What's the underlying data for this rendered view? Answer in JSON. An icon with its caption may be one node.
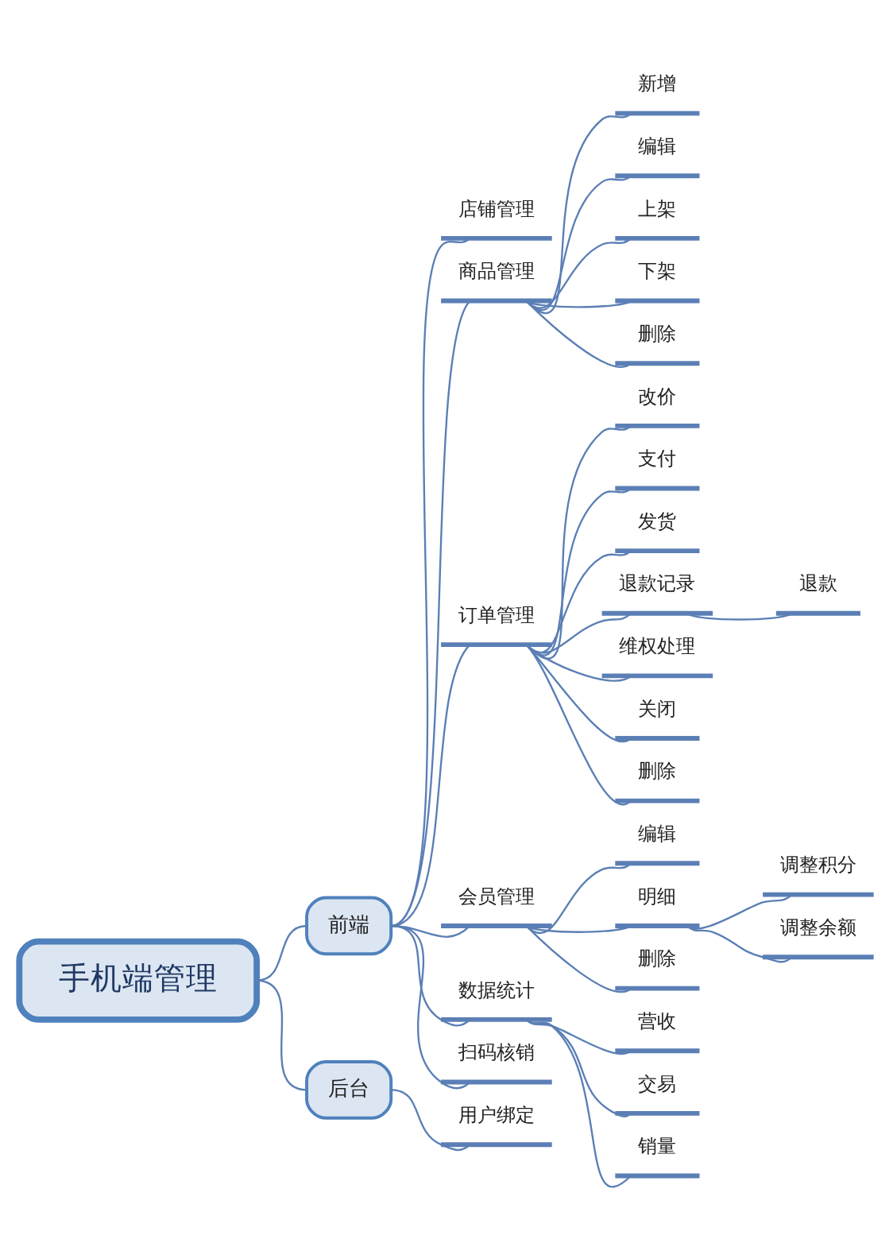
{
  "diagram": {
    "nodes": [
      {
        "text": [
          "手机端管理"
        ]
      },
      {
        "text": [
          "前端"
        ]
      },
      {
        "text": [
          "店铺管理"
        ]
      },
      {
        "text": [
          "商品管理"
        ]
      },
      {
        "text": [
          "新增"
        ]
      },
      {
        "text": [
          "编辑"
        ]
      },
      {
        "text": [
          "上架"
        ]
      },
      {
        "text": [
          "下架"
        ]
      },
      {
        "text": [
          "删除"
        ]
      },
      {
        "text": [
          "订单管理"
        ]
      },
      {
        "text": [
          "改价"
        ]
      },
      {
        "text": [
          "支付"
        ]
      },
      {
        "text": [
          "发货"
        ]
      },
      {
        "text": [
          "退款记录"
        ]
      },
      {
        "text": [
          "退款"
        ]
      },
      {
        "text": [
          "维权处理"
        ]
      },
      {
        "text": [
          "关闭"
        ]
      },
      {
        "text": [
          "删除"
        ]
      },
      {
        "text": [
          "会员管理"
        ]
      },
      {
        "text": [
          "编辑"
        ]
      },
      {
        "text": [
          "明细"
        ]
      },
      {
        "text": [
          "调整积分"
        ]
      },
      {
        "text": [
          "调整余额"
        ]
      },
      {
        "text": [
          "删除"
        ]
      },
      {
        "text": [
          "数据统计"
        ]
      },
      {
        "text": [
          "营收"
        ]
      },
      {
        "text": [
          "交易"
        ]
      },
      {
        "text": [
          "销量"
        ]
      },
      {
        "text": [
          "扫码核销"
        ]
      },
      {
        "text": [
          "后台"
        ]
      },
      {
        "text": [
          "用户绑定"
        ]
      }
    ],
    "edges": [
      {
        "from": 0,
        "to": 1,
        "arrow": "none"
      },
      {
        "from": 1,
        "to": 2,
        "arrow": "none"
      },
      {
        "from": 1,
        "to": 3,
        "arrow": "none"
      },
      {
        "from": 3,
        "to": 4,
        "arrow": "none"
      },
      {
        "from": 3,
        "to": 5,
        "arrow": "none"
      },
      {
        "from": 3,
        "to": 6,
        "arrow": "none"
      },
      {
        "from": 3,
        "to": 7,
        "arrow": "none"
      },
      {
        "from": 3,
        "to": 8,
        "arrow": "none"
      },
      {
        "from": 1,
        "to": 9,
        "arrow": "none"
      },
      {
        "from": 9,
        "to": 10,
        "arrow": "none"
      },
      {
        "from": 9,
        "to": 11,
        "arrow": "none"
      },
      {
        "from": 9,
        "to": 12,
        "arrow": "none"
      },
      {
        "from": 9,
        "to": 13,
        "arrow": "none"
      },
      {
        "from": 13,
        "to": 14,
        "arrow": "none"
      },
      {
        "from": 9,
        "to": 15,
        "arrow": "none"
      },
      {
        "from": 9,
        "to": 16,
        "arrow": "none"
      },
      {
        "from": 9,
        "to": 17,
        "arrow": "none"
      },
      {
        "from": 1,
        "to": 18,
        "arrow": "none"
      },
      {
        "from": 18,
        "to": 19,
        "arrow": "none"
      },
      {
        "from": 18,
        "to": 20,
        "arrow": "none"
      },
      {
        "from": 20,
        "to": 21,
        "arrow": "none"
      },
      {
        "from": 20,
        "to": 22,
        "arrow": "none"
      },
      {
        "from": 18,
        "to": 23,
        "arrow": "none"
      },
      {
        "from": 1,
        "to": 24,
        "arrow": "none"
      },
      {
        "from": 24,
        "to": 25,
        "arrow": "none"
      },
      {
        "from": 24,
        "to": 26,
        "arrow": "none"
      },
      {
        "from": 24,
        "to": 27,
        "arrow": "none"
      },
      {
        "from": 1,
        "to": 28,
        "arrow": "none"
      },
      {
        "from": 0,
        "to": 29,
        "arrow": "none"
      },
      {
        "from": 29,
        "to": 30,
        "arrow": "none"
      }
    ]
  }
}
